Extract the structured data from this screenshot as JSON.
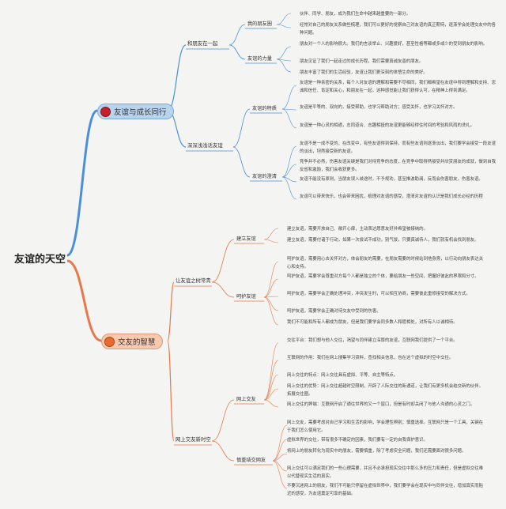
{
  "root": "友谊的天空",
  "branches": [
    {
      "label": "友谊与成长同行",
      "color": "#4a90d9",
      "subs": [
        {
          "label": "和朋友在一起",
          "topics": [
            {
              "label": "我的朋友圈",
              "leaves": [
                "伙伴、同学、朋友，成为我们生命中越来越重要的一部分。",
                "经常对自己的朋友关系做些梳理，我们可以更好的觉察自己对友谊的真正期待，逐渐学会处理交友中的各种问题。"
              ]
            },
            {
              "label": "友谊的力量",
              "leaves": [
                "朋友对一个人的影响很大。我们的言谈举止、兴趣爱好，甚至性格等都或多或少的受到朋友的影响。",
                "朋友见证了我们一起走过的成长历程，我们需要真诚友善的朋友。",
                "朋友丰富了我们的生活经验，友谊让我们更深刻的体悟生命的美好。"
              ]
            }
          ]
        },
        {
          "label": "深深浅浅话友谊",
          "topics": [
            {
              "label": "友谊的特质",
              "leaves": [
                "友谊是一种亲密的关系，每个人对友谊的理解和需要不尽相同，我们都希望在友谊中得到理解和支持、忠诚和信任、肯定和关心，和朋友在一起，这种感觉能让我们获得认可，在精神上得到满足。",
                "友谊是平等的、双向的，接受帮助，也学习帮助对方；感受关怀，也学习关怀对方。",
                "友谊是一种心灵的相通，志同道合、志趣相投的友谊更能够经得住时间的考验和风雨的洗礼。"
              ]
            },
            {
              "label": "友谊的澄清",
              "leaves": [
                "友谊不是一成不变的，在改变中，有些友谊得到保持，而有些友谊则逐渐淡出，我们要学会接受一段友谊的淡出，坦然接受新的友谊。",
                "竞争并不必然，伤害友谊关键是我们对待竞争的态度，在竞争中取得然接受并欣赏朋友的成就，做到自我反省和激励，我们会收获更多。",
                "友谊不能没有原则，当朋友误入歧途时，不予规劝，甚至推波助澜，反而会伤害朋友，伤害友谊。",
                "友谊可以带来快乐，也会带来困扰，梳理对友谊的感受，澄清对友谊的认识是我们成长必经的历程"
              ]
            }
          ]
        }
      ]
    },
    {
      "label": "交友的智慧",
      "color": "#e8784a",
      "subs": [
        {
          "label": "让友谊之树常青",
          "topics": [
            {
              "label": "建立友谊",
              "leaves": [
                "建立友谊，需要开放自己、敞开心扉，主动表达愿意友好并希望被接纳的。",
                "建立友谊，需要付诸于行动，如果一次尝试不成功，别气馁，只要真诚待人，我们就有机会找到朋友。"
              ]
            },
            {
              "label": "呵护友谊",
              "leaves": [
                "呵护友谊，需要用心去关怀对方，体会朋友的需要，在朋友需要的时候站到他身旁，以行动向朋友表达关心和支持。",
                "呵护友谊，需要学会尊重对方每个人都是独立的个体，要给朋友一些空间，把握好彼此的界限和分寸。",
                "呵护友谊，需要学会正确处理冲突，冲突发生时，可以相互协商，需要彼此重修接受的解决方式。",
                "呵护友谊，需要学会正确对待交友中受到的伤害。",
                "我们不可能和所有人都成为朋友，但是我们要学会同多数人和睦相处，对所有人以诚相待。"
              ]
            }
          ]
        },
        {
          "label": "网上交友新时空",
          "topics": [
            {
              "label": "网上交友",
              "leaves": [
                "交往平台：我们想与他人交往，渴望与同伴建立深厚的友谊，互联网我们提供了一个平台。",
                "互联网的作用：我们在网上搜集学习资料，查找相关信息，也在这个虚拟的时空中交往。",
                "网上交往的特点：网上交往具有虚拟、平等、自主等特点。",
                "网上交往的优势：网上交往超越时空限制，开辟了人际交往的新通道，让我们有更多机会结交新的伙伴，拓展交往圈。",
                "网上交往的弊端：互联网开启了通往世界的又一个窗口，但是有时却关闭了与他人沟通的心灵之门。"
              ]
            },
            {
              "label": "慎重结交网友",
              "leaves": [
                "网上交友，需要考虑对自己学习和生活的影响，学会理性辨别；慎重选择。互联网只是一个工具，关键在于我们怎么使用它。",
                "虚拟世界的交往，带有很多不确定的因素，我们要有一定的自我保护意识。",
                "将网上的朋友转化为现实中的朋友，需要慎重，除了考虑安全问题，我们还需要面对很多问题。",
                "网上交往可以满足我们的一些心理需要，并且不必承担现实交往中那么多的压力和责任，但是虚拟交往难以代替现实生活的真实。",
                "不要沉迷网上的朋友，我们不可能只停留在虚拟世界中，我们要学会在现实中与同伴交往，增加真实而贴近的感受，为友谊奠定可靠的基础。"
              ]
            }
          ]
        }
      ]
    }
  ]
}
